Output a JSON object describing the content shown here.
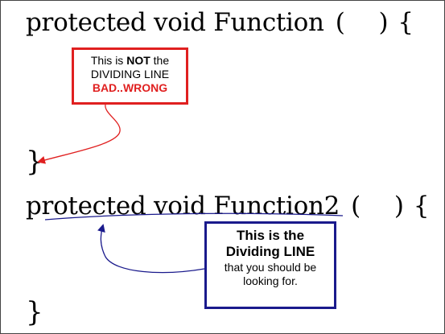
{
  "code": {
    "line1": {
      "signature": "protected void Function",
      "open_paren": "(",
      "close_paren": ")",
      "open_brace": "{"
    },
    "close_brace_1": "}",
    "line2": {
      "signature": "protected void Function2",
      "open_paren": "(",
      "close_paren": ")",
      "open_brace": "{"
    },
    "close_brace_2": "}"
  },
  "bad_callout": {
    "text_before": "This is ",
    "emphasis": "NOT",
    "text_after": " the",
    "line2": "DIVIDING LINE",
    "line3": "BAD..WRONG"
  },
  "good_callout": {
    "line1": "This is the",
    "line2": "Dividing LINE",
    "line3": "that you should be",
    "line4": "looking for."
  },
  "colors": {
    "bad": "#e02020",
    "good": "#1a1a8c",
    "frame": "#444444"
  }
}
